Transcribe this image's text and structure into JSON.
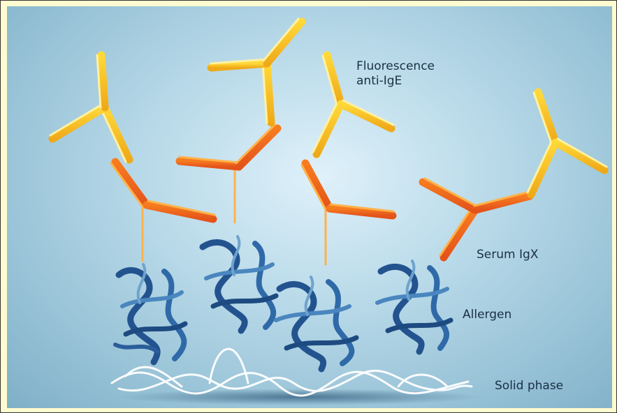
{
  "labels": {
    "fluorescence_line1": "Fluorescence",
    "fluorescence_line2": "anti-IgE",
    "serum": "Serum IgX",
    "allergen": "Allergen",
    "solid_phase": "Solid phase"
  },
  "colors": {
    "frame_background": "#fffbd0",
    "anti_ige_yellow": "#f4c21e",
    "serum_orange": "#ee6a1e",
    "allergen_blue": "#2a5d9a",
    "solid_phase_white": "#ffffff",
    "label_text": "#1a2f45"
  }
}
